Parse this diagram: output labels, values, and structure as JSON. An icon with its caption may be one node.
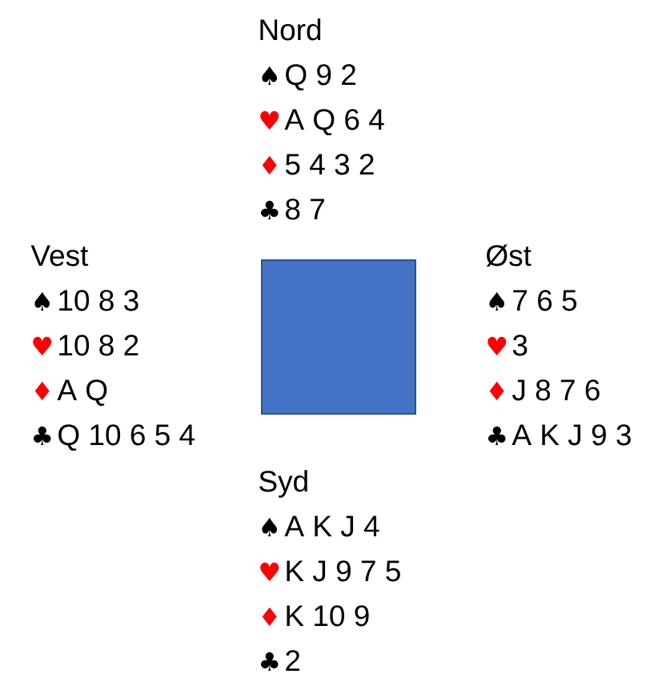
{
  "diagram": {
    "nodes": [
      {
        "text": [],
        "shape": "box"
      }
    ],
    "labels": [
      "Nord",
      "♠",
      "Q 9 2",
      "♥",
      "A Q 6 4",
      "♦",
      "5 4 3 2",
      "♣",
      "8 7",
      "Vest",
      "♠",
      "10 8 3",
      "♥",
      "10 8 2",
      "♦",
      "A Q",
      "♣",
      "Q 10 6 5 4",
      "Øst",
      "♠",
      "7 6 5",
      "♥",
      "3",
      "♦",
      "J 8 7 6",
      "♣",
      "A K J 9 3",
      "Syd",
      "♠",
      "A K J 4",
      "♥",
      "K J 9 7 5",
      "♦",
      "K 10 9",
      "♣",
      "2"
    ]
  }
}
